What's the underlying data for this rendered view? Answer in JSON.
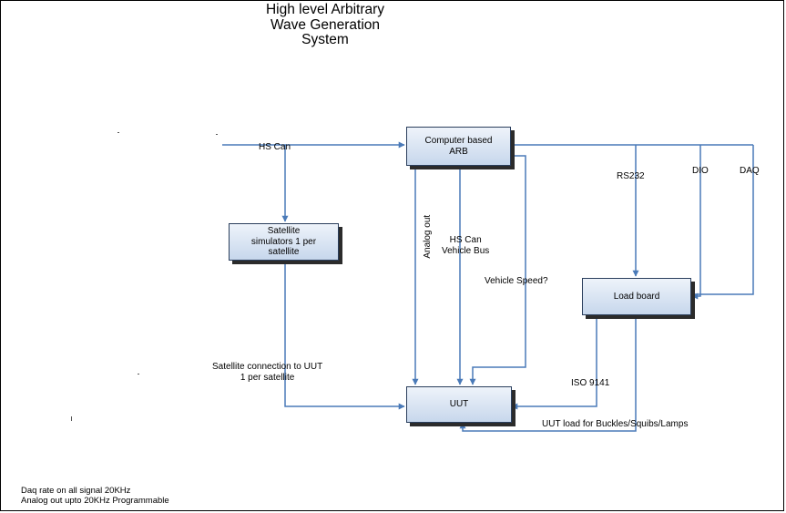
{
  "title_lines": [
    "High level Arbitrary",
    "Wave Generation",
    "System"
  ],
  "boxes": {
    "arb": [
      "Computer based",
      "ARB"
    ],
    "satellite": [
      "Satellite",
      "simulators 1 per",
      "satellite"
    ],
    "load_board": "Load board",
    "uut": "UUT"
  },
  "labels": {
    "hs_can": "HS Can",
    "rs232": "RS232",
    "dio": "DIO",
    "daq": "DAQ",
    "analog_out": "Analog out",
    "hs_can_vehicle_bus": [
      "HS Can",
      "Vehicle Bus"
    ],
    "vehicle_speed": "Vehicle Speed?",
    "satellite_connection": [
      "Satellite connection to UUT",
      "1 per satellite"
    ],
    "iso_9141": "ISO 9141",
    "uut_load": "UUT load for Buckles/Squibs/Lamps"
  },
  "notes": [
    "Daq rate on all signal 20KHz",
    "Analog out upto 20KHz  Programmable"
  ],
  "colors": {
    "connector": "#4a7ab8",
    "box_border": "#2a3e5c",
    "box_fill_top": "#eef3fa",
    "box_fill_bottom": "#c7d7ec"
  }
}
